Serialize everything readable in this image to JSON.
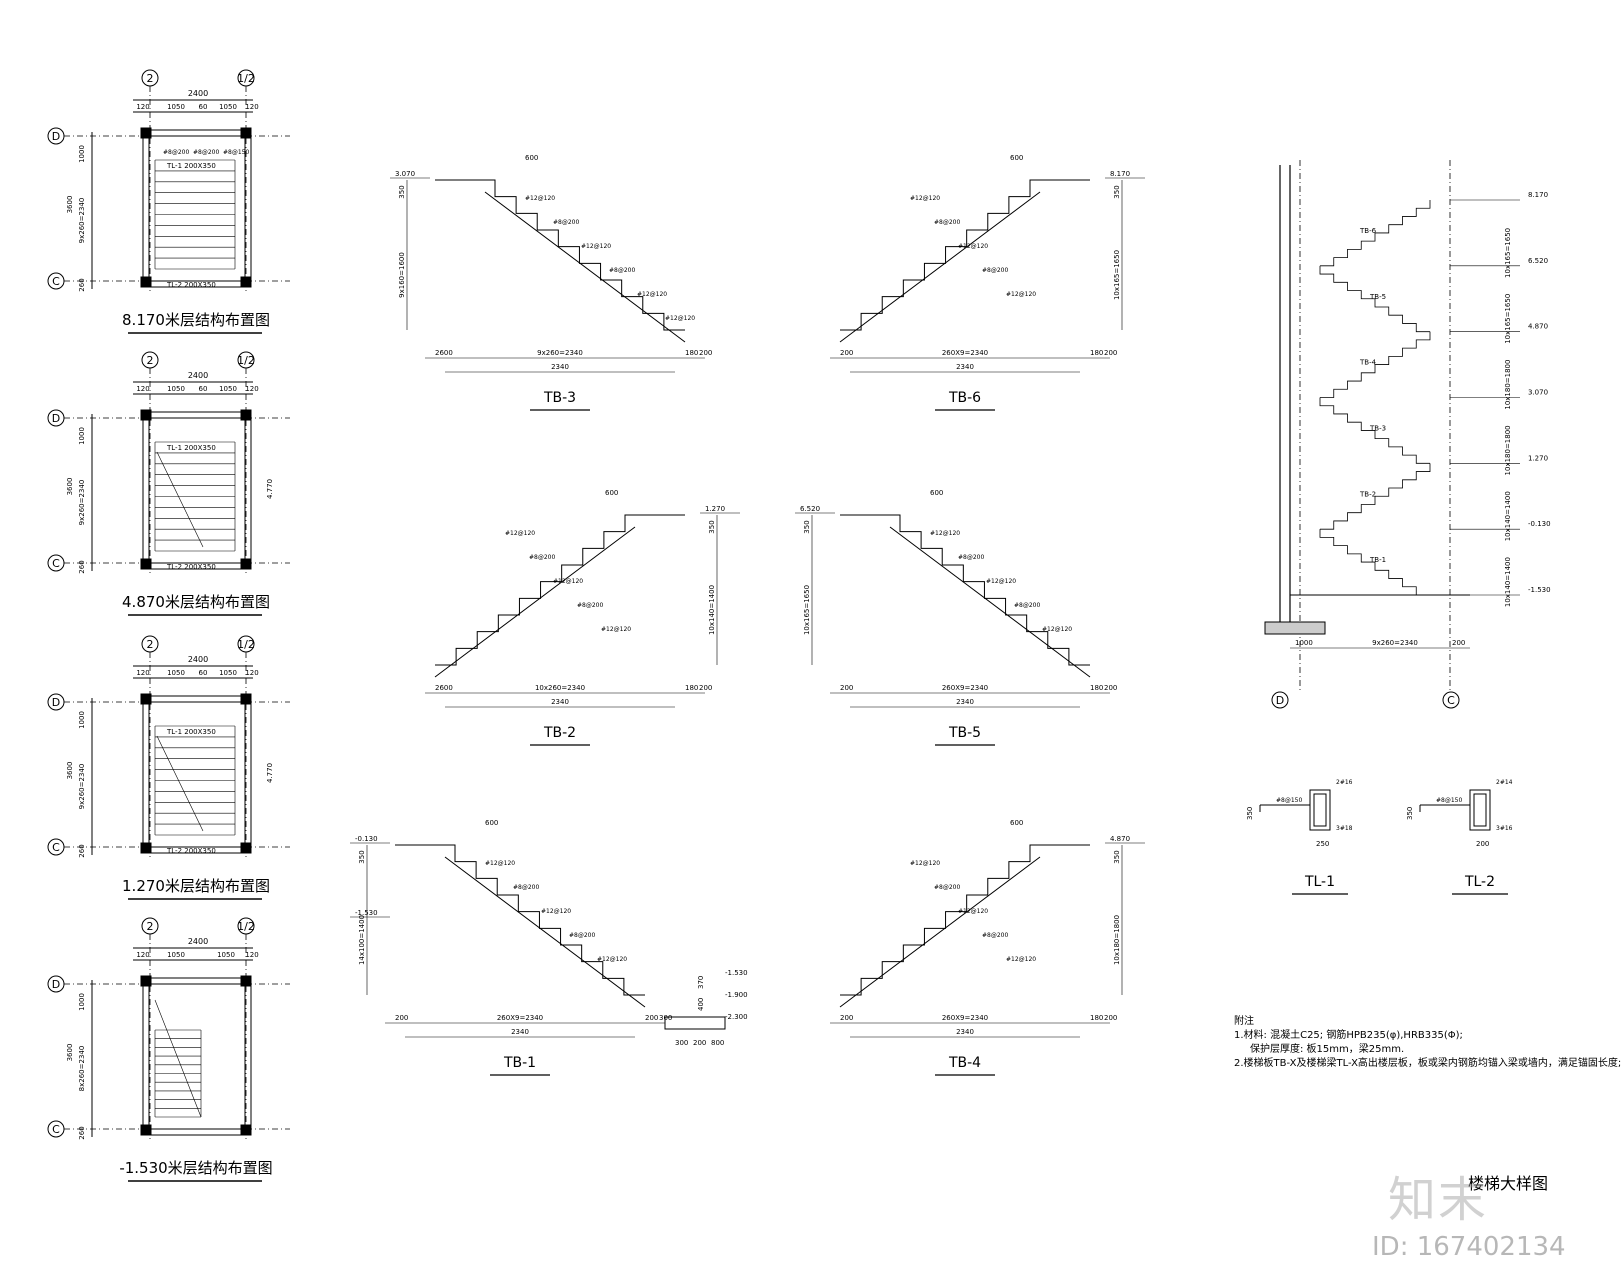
{
  "plans": [
    {
      "title": "8.170米层结构布置图",
      "axis_top": [
        "2",
        "1/2"
      ],
      "axis_side": [
        "D",
        "C"
      ],
      "dim_total": "2400",
      "dim_parts": [
        "120",
        "1050",
        "60",
        "1050",
        "120"
      ],
      "side_dims": [
        "1000",
        "3600",
        "9x260=2340",
        "260"
      ],
      "beam_top": "TL-1 200X350",
      "beam_bottom": "TL-2 200X350",
      "rebar": [
        "#8@200",
        "#8@200",
        "#8@150"
      ]
    },
    {
      "title": "4.870米层结构布置图",
      "axis_top": [
        "2",
        "1/2"
      ],
      "axis_side": [
        "D",
        "C"
      ],
      "dim_total": "2400",
      "dim_parts": [
        "120",
        "1050",
        "60",
        "1050",
        "120"
      ],
      "side_dims": [
        "1000",
        "3600",
        "9x260=2340",
        "260"
      ],
      "beam_top": "TL-1 200X350",
      "beam_bottom": "TL-2 200X350",
      "level": "4.770"
    },
    {
      "title": "1.270米层结构布置图",
      "axis_top": [
        "2",
        "1/2"
      ],
      "axis_side": [
        "D",
        "C"
      ],
      "dim_total": "2400",
      "dim_parts": [
        "120",
        "1050",
        "60",
        "1050",
        "120"
      ],
      "side_dims": [
        "1000",
        "3600",
        "9x260=2340",
        "260"
      ],
      "beam_top": "TL-1 200X350",
      "beam_bottom": "TL-2 200X350",
      "level": "4.770"
    },
    {
      "title": "-1.530米层结构布置图",
      "axis_top": [
        "2",
        "1/2"
      ],
      "axis_side": [
        "D",
        "C"
      ],
      "dim_total": "2400",
      "dim_parts": [
        "120",
        "1050",
        "1050",
        "120"
      ],
      "side_dims": [
        "1000",
        "3600",
        "8x260=2340",
        "260"
      ]
    }
  ],
  "stairs": [
    {
      "label": "TB-3",
      "top_level": "3.070",
      "dims": [
        "2600",
        "9x260=2340",
        "2340",
        "180",
        "200"
      ],
      "rebar": [
        "#12@120",
        "#8@200",
        "#12@120",
        "#8@200",
        "#12@120",
        "#12@120"
      ],
      "tread": "600",
      "rise": "9x160=1600",
      "landing": "350"
    },
    {
      "label": "TB-6",
      "top_level": "8.170",
      "dims": [
        "200",
        "260X9=2340",
        "2340",
        "180",
        "200"
      ],
      "rebar": [
        "#12@120",
        "#8@200",
        "#12@120",
        "#8@200",
        "#12@120"
      ],
      "tread": "600",
      "rise": "10x165=1650",
      "landing": "350"
    },
    {
      "label": "TB-2",
      "top_level": "1.270",
      "dims": [
        "2600",
        "10x260=2340",
        "2340",
        "180",
        "200"
      ],
      "rebar": [
        "#12@120",
        "#8@200",
        "#12@120",
        "#8@200",
        "#12@120"
      ],
      "tread": "600",
      "rise": "10x140=1400",
      "landing": "350"
    },
    {
      "label": "TB-5",
      "top_level": "6.520",
      "dims": [
        "200",
        "260X9=2340",
        "2340",
        "180",
        "200"
      ],
      "rebar": [
        "#12@120",
        "#8@200",
        "#12@120",
        "#8@200",
        "#12@120"
      ],
      "tread": "600",
      "rise": "10x165=1650",
      "landing": "350"
    },
    {
      "label": "TB-1",
      "top_level": "-0.130",
      "bottom_level": "-1.530",
      "dims": [
        "200",
        "260X9=2340",
        "2340",
        "200",
        "300",
        "200",
        "800"
      ],
      "rebar": [
        "#12@120",
        "#8@200",
        "#12@120",
        "#8@200",
        "#12@120"
      ],
      "tread": "600",
      "rise": "14x100=1400",
      "landing": "350",
      "foot_levels": [
        "-1.530",
        "-1.900",
        "-2.300"
      ],
      "foot_dims": [
        "370",
        "400"
      ]
    },
    {
      "label": "TB-4",
      "top_level": "4.870",
      "dims": [
        "200",
        "260X9=2340",
        "2340",
        "180",
        "200"
      ],
      "rebar": [
        "#12@120",
        "#8@200",
        "#12@120",
        "#8@200",
        "#12@120"
      ],
      "tread": "600",
      "rise": "10x180=1800",
      "landing": "350"
    }
  ],
  "section": {
    "levels": [
      "8.170",
      "6.520",
      "4.870",
      "3.070",
      "1.270",
      "-0.130",
      "-1.530"
    ],
    "rises": [
      "10x165=1650",
      "10x165=1650",
      "10x180=1800",
      "10x180=1800",
      "10x140=1400",
      "10x140=1400"
    ],
    "flights": [
      "TB-6",
      "TB-5",
      "TB-4",
      "TB-3",
      "TB-2",
      "TB-1"
    ],
    "bottom_dims": [
      "1000",
      "9x260=2340",
      "200"
    ],
    "axes": [
      "D",
      "C"
    ]
  },
  "beams": [
    {
      "label": "TL-1",
      "top_bar": "2#16",
      "bottom_bar": "3#18",
      "stirrup": "#8@150",
      "height": "350",
      "width": "250"
    },
    {
      "label": "TL-2",
      "top_bar": "2#14",
      "bottom_bar": "3#16",
      "stirrup": "#8@150",
      "height": "350",
      "width": "200"
    }
  ],
  "notes": {
    "heading": "附注",
    "line1": "1.材料: 混凝土C25; 钢筋HPB235(φ),HRB335(Φ);",
    "line2": "保护层厚度: 板15mm，梁25mm.",
    "line3": "2.楼梯板TB-X及楼梯梁TL-X高出楼层板，板或梁内钢筋均锚入梁或墙内，满足锚固长度;"
  },
  "sheet_title": "楼梯大样图",
  "watermark": {
    "mark": "知末",
    "id": "ID: 167402134"
  }
}
